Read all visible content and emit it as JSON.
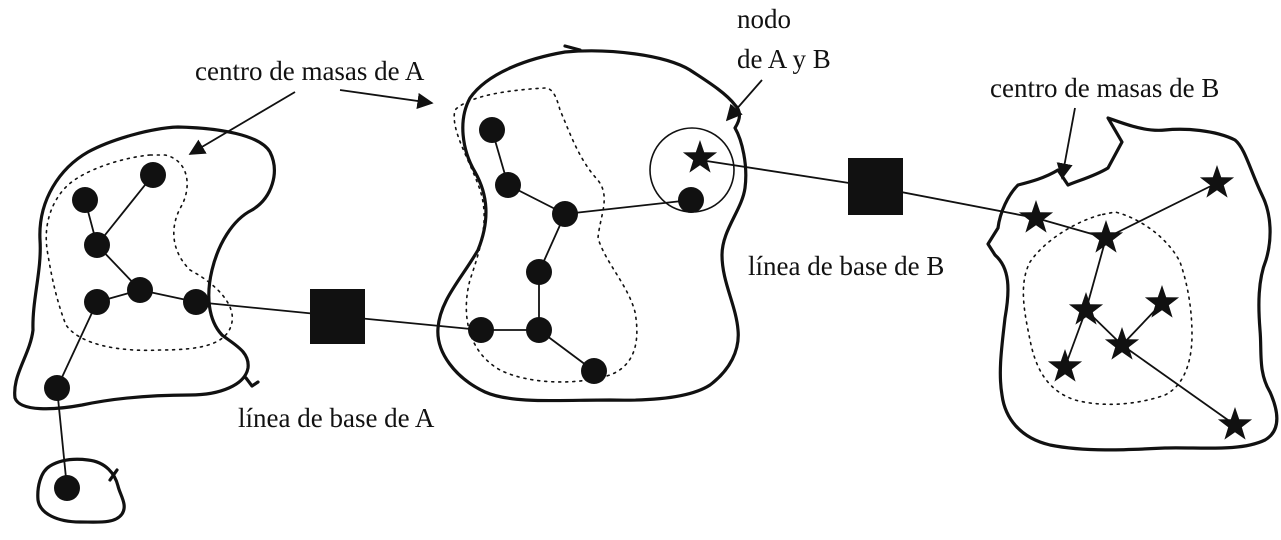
{
  "labels": {
    "cm_a": "centro de masas de A",
    "node_ab_line1": "nodo",
    "node_ab_line2": "de A y B",
    "cm_b": "centro de masas de B",
    "baseline_b": "línea de base de B",
    "baseline_a": "línea de base de A"
  }
}
